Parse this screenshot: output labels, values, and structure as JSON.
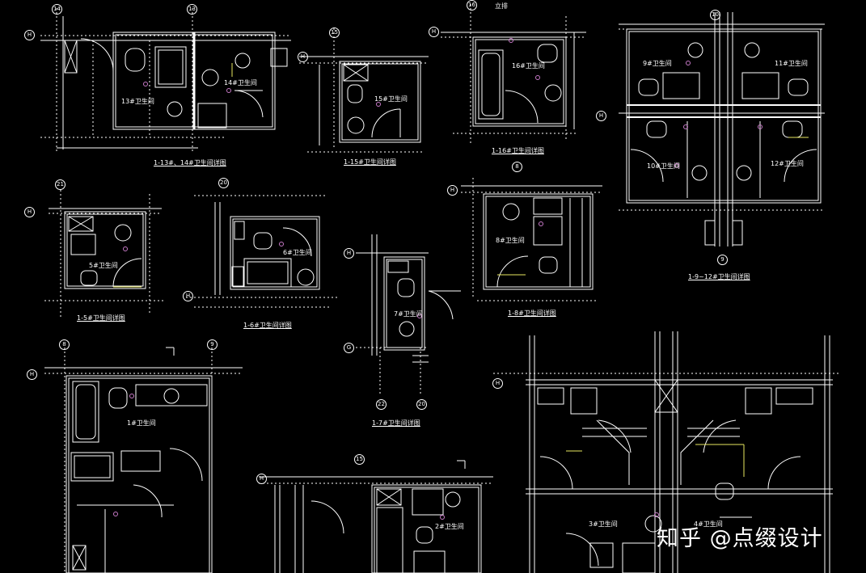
{
  "rooms": {
    "r13": "13#卫生间",
    "r14": "14#卫生间",
    "r15": "15#卫生间",
    "r16": "16#卫生间",
    "r9": "9#卫生间",
    "r11": "11#卫生间",
    "r10": "10#卫生间",
    "r12": "12#卫生间",
    "r5": "5#卫生间",
    "r6": "6#卫生间",
    "r7": "7#卫生间",
    "r8": "8#卫生间",
    "r1": "1#卫生间",
    "r2": "2#卫生间",
    "r3": "3#卫生间",
    "r4": "4#卫生间"
  },
  "notes": {
    "riser": "立排"
  },
  "captions": {
    "c1314": "1-13#、14#卫生间详图",
    "c15": "1-15#卫生间详图",
    "c16": "1-16#卫生间详图",
    "c912": "1-9~12#卫生间详图",
    "c5": "1-5#卫生间详图",
    "c6": "1-6#卫生间详图",
    "c7": "1-7#卫生间详图",
    "c8": "1-8#卫生间详图"
  },
  "axes": {
    "h": "H",
    "g": "G",
    "a8": "8",
    "a9": "9",
    "a10": "10",
    "a13": "13",
    "a14": "14",
    "a15": "15",
    "a16": "16",
    "a20": "20",
    "a21": "21",
    "a22": "22"
  },
  "watermark": "知乎 @点缀设计",
  "colors": {
    "background": "#000000",
    "lines": "#ffffff",
    "accent_yellow": "#e8e860",
    "fixture_magenta": "#c87ac8"
  }
}
